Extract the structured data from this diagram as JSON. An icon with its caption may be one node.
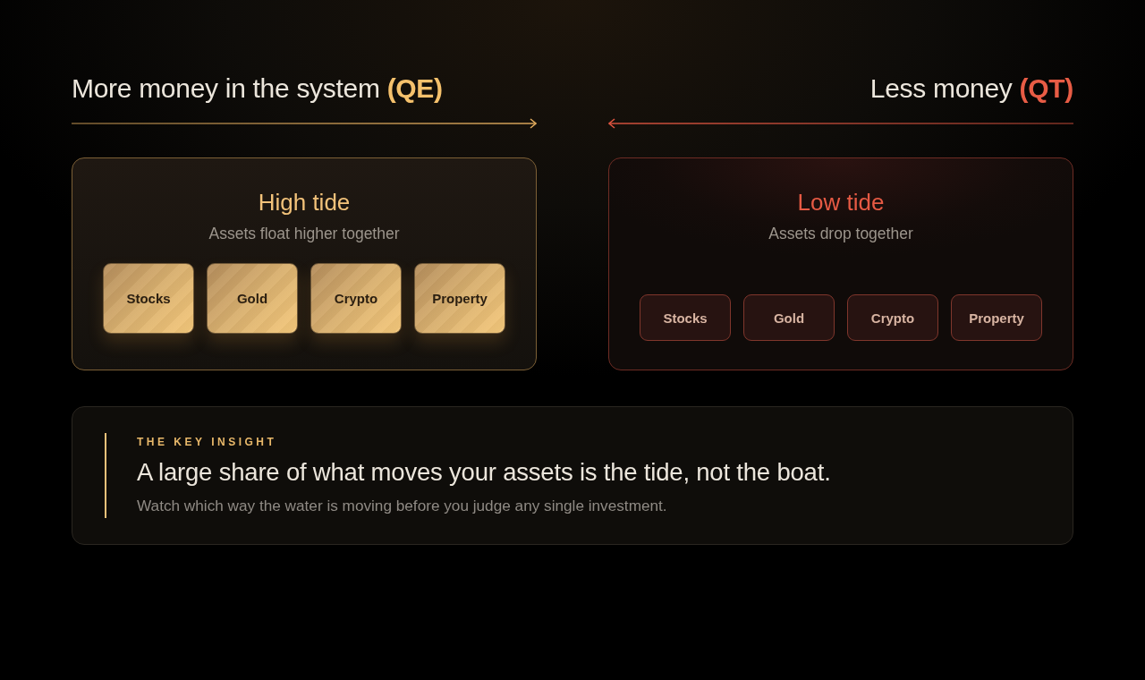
{
  "diagram": {
    "nodes": [
      {
        "text": [
          "High tide",
          "Assets float higher together"
        ]
      },
      {
        "text": [
          "Stocks"
        ],
        "in": 0
      },
      {
        "text": [
          "Gold"
        ],
        "in": 0
      },
      {
        "text": [
          "Crypto"
        ],
        "in": 0
      },
      {
        "text": [
          "Property"
        ],
        "in": 0
      },
      {
        "text": [
          "Low tide",
          "Assets drop together"
        ]
      },
      {
        "text": [
          "Stocks"
        ],
        "in": 5
      },
      {
        "text": [
          "Gold"
        ],
        "in": 5
      },
      {
        "text": [
          "Crypto"
        ],
        "in": 5
      },
      {
        "text": [
          "Property"
        ],
        "in": 5
      },
      {
        "text": [
          "THE KEY INSIGHT",
          "A large share of what moves your assets is the tide, not the boat.",
          "Watch which way the water is moving before you judge any single investment."
        ]
      }
    ],
    "labels": [
      "More money in the system **(QE)**",
      "Less money **(QT)**"
    ]
  }
}
